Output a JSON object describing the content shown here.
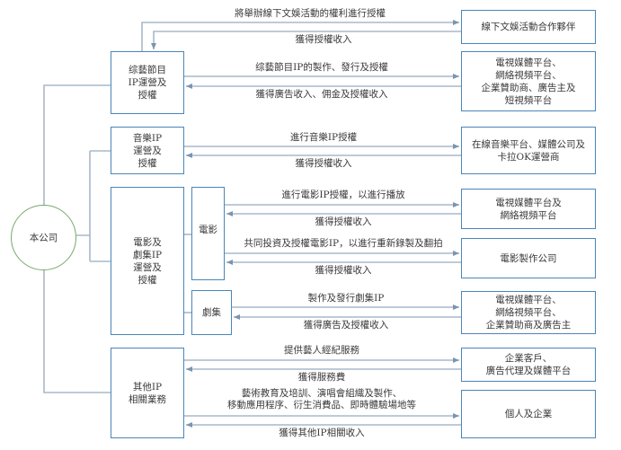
{
  "company": {
    "label": "本公司"
  },
  "segments": {
    "variety": "综藝節目\nIP運營及\n授權",
    "music": "音樂IP\n運營及\n授權",
    "film_drama": "電影及\n劇集IP\n運營及\n授權",
    "film": "電影",
    "drama": "劇集",
    "other": "其他IP\n相關業務"
  },
  "partners": {
    "offline_events": "線下文娛活動合作夥伴",
    "variety_platforms": "電視媒體平台、\n網絡視頻平台、\n企業贊助商、廣告主及\n短視頻平台",
    "music_platforms": "在線音樂平台、媒體公司及\n卡拉OK運營商",
    "film_platforms": "電視媒體平台及\n網絡視頻平台",
    "film_production": "電影製作公司",
    "drama_platforms": "電視媒體平台、\n網絡視頻平台、\n企業贊助商及廣告主",
    "corporate_clients": "企業客戶、\n廣告代理及媒體平台",
    "individuals": "個人及企業"
  },
  "flows": {
    "offline_out": "將舉辦線下文娛活動的權利進行授權",
    "offline_in": "獲得授權收入",
    "variety_out": "综藝節目IP的製作、發行及授權",
    "variety_in": "獲得廣告收入、佣金及授權收入",
    "music_out": "進行音樂IP授權",
    "music_in": "獲得授權收入",
    "film_out": "進行電影IP授權，以進行播放",
    "film_in": "獲得授權收入",
    "coinvest_out": "共同投資及授權電影IP，以進行重新錄製及翻拍",
    "coinvest_in": "獲得授權收入",
    "drama_out": "製作及發行劇集IP",
    "drama_in": "獲得廣告及授權收入",
    "artist_out": "提供藝人經紀服務",
    "artist_in": "獲得服務費",
    "other_out": "藝術教育及培訓、演唱會組織及製作、\n移動應用程序、衍生消費品、即時體驗場地等",
    "other_in": "獲得其他IP相關收入"
  },
  "colors": {
    "box_border": "#4a86b8",
    "line": "#9aaec4",
    "arrow": "#7b94b0",
    "circle_border": "#7aa86a"
  }
}
